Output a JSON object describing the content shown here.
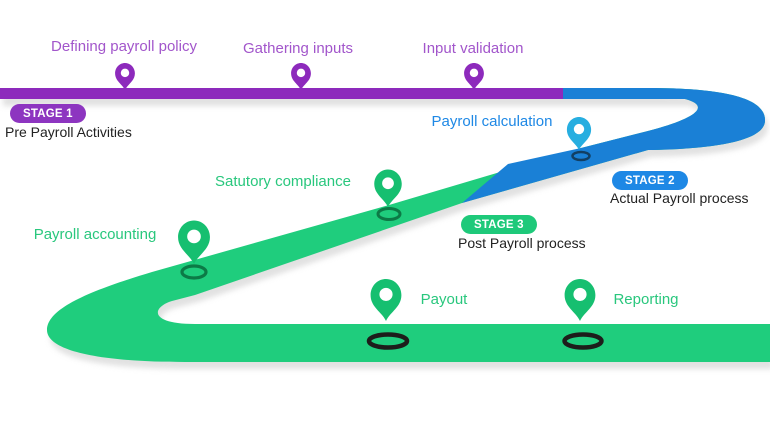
{
  "colors": {
    "background": "#ffffff",
    "road_purple": "#8d2abc",
    "road_blue": "#1a80d6",
    "road_green": "#1fcd7d",
    "pin_purple": "#8d2abc",
    "pin_blue": "#27aee0",
    "pin_green": "#16bf70",
    "ring_dark_navy": "#123f63",
    "ring_dark_green": "#0c7a46",
    "ring_black": "#1d1d1b",
    "badge_purple": "#8d35c0",
    "badge_blue": "#1e88e5",
    "badge_green": "#1ec97a",
    "text_purple": "#a256cb",
    "text_blue": "#1e88e5",
    "text_green": "#29c77d",
    "text_dark": "#222222",
    "shadow": "#c4c4c4"
  },
  "stages": [
    {
      "badge": "STAGE 1",
      "label": "Pre Payroll Activities"
    },
    {
      "badge": "STAGE 2",
      "label": "Actual Payroll process"
    },
    {
      "badge": "STAGE 3",
      "label": "Post Payroll process"
    }
  ],
  "milestones": [
    {
      "label": "Defining payroll policy",
      "stage": "STAGE 1"
    },
    {
      "label": "Gathering inputs",
      "stage": "STAGE 1"
    },
    {
      "label": "Input validation",
      "stage": "STAGE 1"
    },
    {
      "label": "Payroll calculation",
      "stage": "STAGE 2"
    },
    {
      "label": "Satutory compliance",
      "stage": "STAGE 3"
    },
    {
      "label": "Payroll accounting",
      "stage": "STAGE 3"
    },
    {
      "label": "Payout",
      "stage": "STAGE 3"
    },
    {
      "label": "Reporting",
      "stage": "STAGE 3"
    }
  ]
}
